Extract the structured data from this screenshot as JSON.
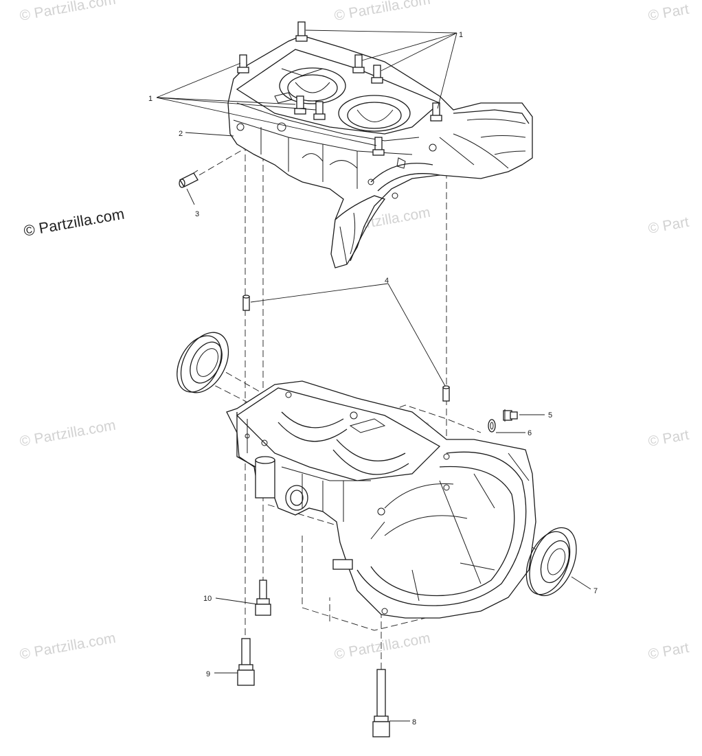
{
  "watermark": {
    "brand_text": "© Partzilla.com",
    "repeat_text": "© Partzilla.com",
    "edge_text": "© Part"
  },
  "callouts": {
    "c1a": "1",
    "c1b": "1",
    "c2": "2",
    "c3": "3",
    "c4": "4",
    "c5": "5",
    "c6": "6",
    "c7": "7",
    "c8": "8",
    "c9": "9",
    "c10": "10"
  },
  "colors": {
    "line": "#1a1a1a",
    "watermark": "#d2d2d2",
    "background": "#ffffff"
  }
}
